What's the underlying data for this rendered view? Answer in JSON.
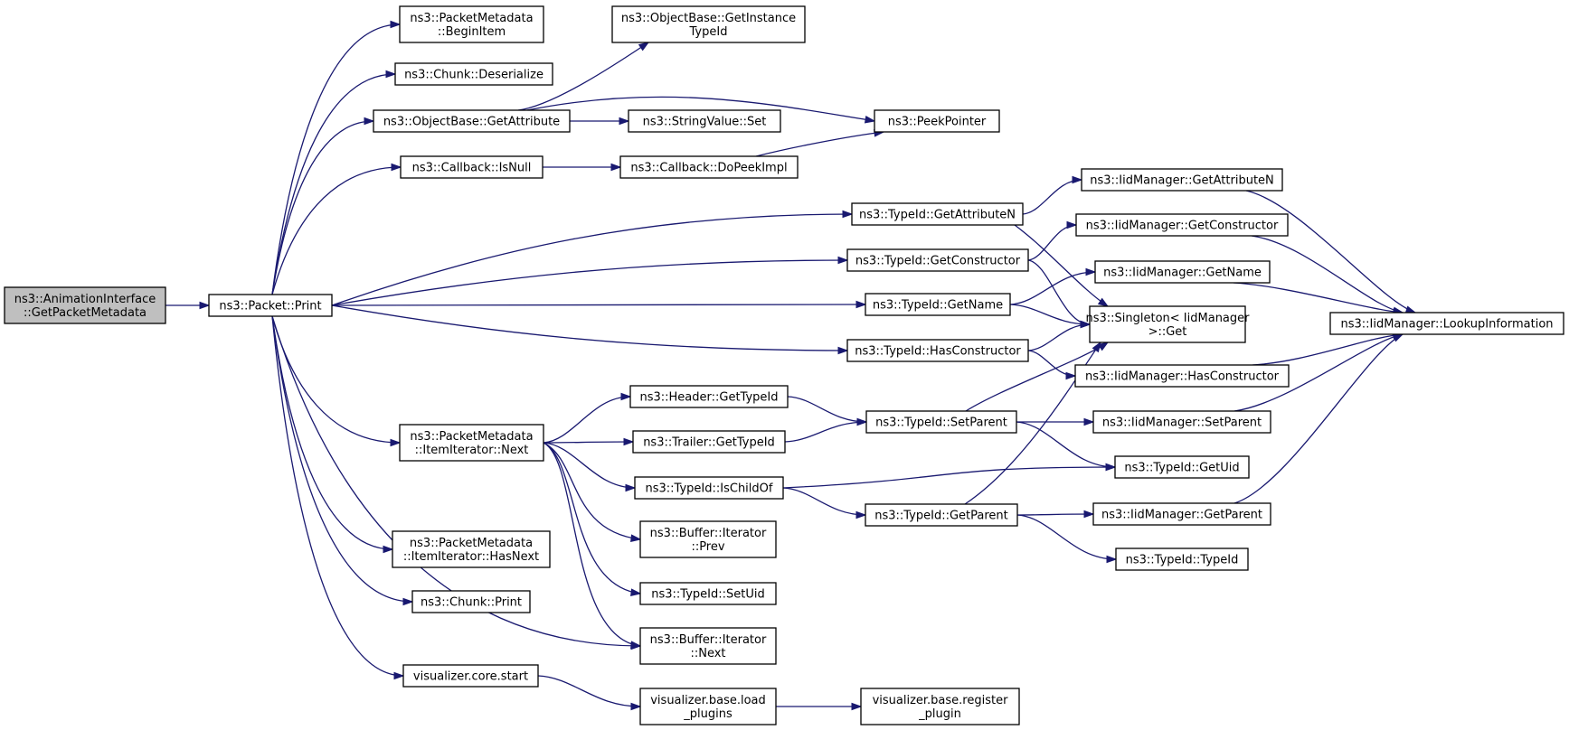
{
  "nodes": [
    {
      "id": "root",
      "lines": [
        "ns3::AnimationInterface",
        "::GetPacketMetadata"
      ]
    },
    {
      "id": "packet_print",
      "lines": [
        "ns3::Packet::Print"
      ]
    },
    {
      "id": "pm_beginitem",
      "lines": [
        "ns3::PacketMetadata",
        "::BeginItem"
      ]
    },
    {
      "id": "chunk_deserialize",
      "lines": [
        "ns3::Chunk::Deserialize"
      ]
    },
    {
      "id": "ob_getattribute",
      "lines": [
        "ns3::ObjectBase::GetAttribute"
      ]
    },
    {
      "id": "cb_isnull",
      "lines": [
        "ns3::Callback::IsNull"
      ]
    },
    {
      "id": "pm_ii_next",
      "lines": [
        "ns3::PacketMetadata",
        "::ItemIterator::Next"
      ]
    },
    {
      "id": "pm_ii_hasnext",
      "lines": [
        "ns3::PacketMetadata",
        "::ItemIterator::HasNext"
      ]
    },
    {
      "id": "chunk_print",
      "lines": [
        "ns3::Chunk::Print"
      ]
    },
    {
      "id": "vis_core_start",
      "lines": [
        "visualizer.core.start"
      ]
    },
    {
      "id": "ob_getinstancetypeid",
      "lines": [
        "ns3::ObjectBase::GetInstance",
        "TypeId"
      ]
    },
    {
      "id": "stringvalue_set",
      "lines": [
        "ns3::StringValue::Set"
      ]
    },
    {
      "id": "cb_dopeekimpl",
      "lines": [
        "ns3::Callback::DoPeekImpl"
      ]
    },
    {
      "id": "peekpointer",
      "lines": [
        "ns3::PeekPointer"
      ]
    },
    {
      "id": "tid_getattributen",
      "lines": [
        "ns3::TypeId::GetAttributeN"
      ]
    },
    {
      "id": "tid_getconstructor",
      "lines": [
        "ns3::TypeId::GetConstructor"
      ]
    },
    {
      "id": "tid_getname",
      "lines": [
        "ns3::TypeId::GetName"
      ]
    },
    {
      "id": "tid_hasconstructor",
      "lines": [
        "ns3::TypeId::HasConstructor"
      ]
    },
    {
      "id": "header_gettypeid",
      "lines": [
        "ns3::Header::GetTypeId"
      ]
    },
    {
      "id": "trailer_gettypeid",
      "lines": [
        "ns3::Trailer::GetTypeId"
      ]
    },
    {
      "id": "tid_ischildof",
      "lines": [
        "ns3::TypeId::IsChildOf"
      ]
    },
    {
      "id": "buf_iter_prev",
      "lines": [
        "ns3::Buffer::Iterator",
        "::Prev"
      ]
    },
    {
      "id": "tid_setuid",
      "lines": [
        "ns3::TypeId::SetUid"
      ]
    },
    {
      "id": "buf_iter_next",
      "lines": [
        "ns3::Buffer::Iterator",
        "::Next"
      ]
    },
    {
      "id": "vis_base_load_plugins",
      "lines": [
        "visualizer.base.load",
        "_plugins"
      ]
    },
    {
      "id": "vis_base_register_plugin",
      "lines": [
        "visualizer.base.register",
        "_plugin"
      ]
    },
    {
      "id": "tid_setparent",
      "lines": [
        "ns3::TypeId::SetParent"
      ]
    },
    {
      "id": "tid_getparent",
      "lines": [
        "ns3::TypeId::GetParent"
      ]
    },
    {
      "id": "iid_getattributen",
      "lines": [
        "ns3::IidManager::GetAttributeN"
      ]
    },
    {
      "id": "iid_getconstructor",
      "lines": [
        "ns3::IidManager::GetConstructor"
      ]
    },
    {
      "id": "iid_getname",
      "lines": [
        "ns3::IidManager::GetName"
      ]
    },
    {
      "id": "singleton_get",
      "lines": [
        "ns3::Singleton< IidManager",
        " >::Get"
      ]
    },
    {
      "id": "iid_hasconstructor",
      "lines": [
        "ns3::IidManager::HasConstructor"
      ]
    },
    {
      "id": "iid_setparent",
      "lines": [
        "ns3::IidManager::SetParent"
      ]
    },
    {
      "id": "tid_getuid",
      "lines": [
        "ns3::TypeId::GetUid"
      ]
    },
    {
      "id": "iid_getparent",
      "lines": [
        "ns3::IidManager::GetParent"
      ]
    },
    {
      "id": "tid_typeid",
      "lines": [
        "ns3::TypeId::TypeId"
      ]
    },
    {
      "id": "iid_lookupinformation",
      "lines": [
        "ns3::IidManager::LookupInformation"
      ]
    }
  ],
  "edges": [
    {
      "from": "root",
      "to": "packet_print"
    },
    {
      "from": "packet_print",
      "to": "pm_beginitem"
    },
    {
      "from": "packet_print",
      "to": "chunk_deserialize"
    },
    {
      "from": "packet_print",
      "to": "ob_getattribute"
    },
    {
      "from": "packet_print",
      "to": "cb_isnull"
    },
    {
      "from": "packet_print",
      "to": "tid_getattributen"
    },
    {
      "from": "packet_print",
      "to": "tid_getconstructor"
    },
    {
      "from": "packet_print",
      "to": "tid_getname"
    },
    {
      "from": "packet_print",
      "to": "tid_hasconstructor"
    },
    {
      "from": "packet_print",
      "to": "pm_ii_next"
    },
    {
      "from": "packet_print",
      "to": "buf_iter_next"
    },
    {
      "from": "packet_print",
      "to": "pm_ii_hasnext"
    },
    {
      "from": "packet_print",
      "to": "chunk_print"
    },
    {
      "from": "packet_print",
      "to": "vis_core_start"
    },
    {
      "from": "ob_getattribute",
      "to": "ob_getinstancetypeid"
    },
    {
      "from": "ob_getattribute",
      "to": "peekpointer"
    },
    {
      "from": "ob_getattribute",
      "to": "stringvalue_set"
    },
    {
      "from": "cb_isnull",
      "to": "cb_dopeekimpl"
    },
    {
      "from": "cb_dopeekimpl",
      "to": "peekpointer"
    },
    {
      "from": "tid_getattributen",
      "to": "iid_getattributen"
    },
    {
      "from": "tid_getattributen",
      "to": "singleton_get"
    },
    {
      "from": "tid_getconstructor",
      "to": "iid_getconstructor"
    },
    {
      "from": "tid_getconstructor",
      "to": "singleton_get"
    },
    {
      "from": "tid_getname",
      "to": "iid_getname"
    },
    {
      "from": "tid_getname",
      "to": "singleton_get"
    },
    {
      "from": "tid_hasconstructor",
      "to": "singleton_get"
    },
    {
      "from": "tid_hasconstructor",
      "to": "iid_hasconstructor"
    },
    {
      "from": "pm_ii_next",
      "to": "header_gettypeid"
    },
    {
      "from": "pm_ii_next",
      "to": "trailer_gettypeid"
    },
    {
      "from": "pm_ii_next",
      "to": "tid_ischildof"
    },
    {
      "from": "pm_ii_next",
      "to": "buf_iter_prev"
    },
    {
      "from": "pm_ii_next",
      "to": "tid_setuid"
    },
    {
      "from": "pm_ii_next",
      "to": "buf_iter_next"
    },
    {
      "from": "header_gettypeid",
      "to": "tid_setparent"
    },
    {
      "from": "trailer_gettypeid",
      "to": "tid_setparent"
    },
    {
      "from": "tid_ischildof",
      "to": "tid_getuid"
    },
    {
      "from": "tid_ischildof",
      "to": "tid_getparent"
    },
    {
      "from": "tid_setparent",
      "to": "singleton_get"
    },
    {
      "from": "tid_setparent",
      "to": "iid_setparent"
    },
    {
      "from": "tid_setparent",
      "to": "tid_getuid"
    },
    {
      "from": "tid_getparent",
      "to": "singleton_get"
    },
    {
      "from": "tid_getparent",
      "to": "iid_getparent"
    },
    {
      "from": "tid_getparent",
      "to": "tid_typeid"
    },
    {
      "from": "vis_core_start",
      "to": "vis_base_load_plugins"
    },
    {
      "from": "vis_base_load_plugins",
      "to": "vis_base_register_plugin"
    },
    {
      "from": "iid_getattributen",
      "to": "iid_lookupinformation"
    },
    {
      "from": "iid_getconstructor",
      "to": "iid_lookupinformation"
    },
    {
      "from": "iid_getname",
      "to": "iid_lookupinformation"
    },
    {
      "from": "iid_hasconstructor",
      "to": "iid_lookupinformation"
    },
    {
      "from": "iid_setparent",
      "to": "iid_lookupinformation"
    },
    {
      "from": "iid_getparent",
      "to": "iid_lookupinformation"
    }
  ],
  "colors": {
    "edge": "#191970",
    "root_fill": "#bfbfbf",
    "node_fill": "#ffffff",
    "border": "#000000"
  }
}
